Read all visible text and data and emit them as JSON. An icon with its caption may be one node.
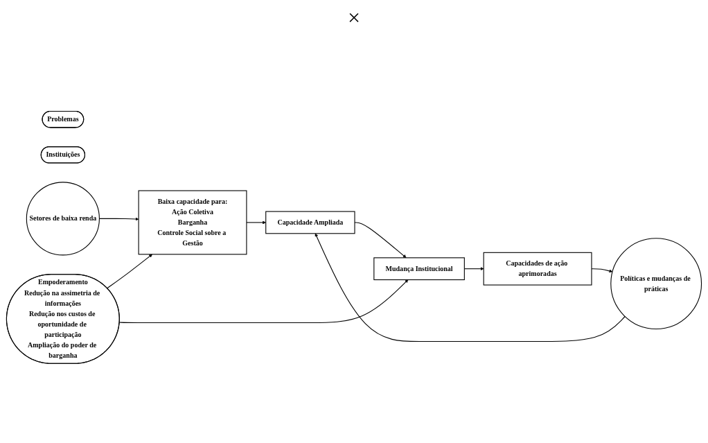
{
  "diagram": {
    "nodes": [
      {
        "text": [
          "Problemas"
        ]
      },
      {
        "text": [
          "Instituições"
        ]
      },
      {
        "text": [
          "Setores de baixa renda"
        ]
      },
      {
        "text": [
          "Baixa capacidade para:",
          "Ação Coletiva",
          "Barganha",
          "Controle Social sobre a Gestão"
        ]
      },
      {
        "text": [
          "Capacidade Ampliada"
        ]
      },
      {
        "text": [
          "Mudança Institucional"
        ]
      },
      {
        "text": [
          "Capacidades de ação aprimoradas"
        ]
      },
      {
        "text": [
          "Políticas e mudanças de práticas"
        ]
      },
      {
        "text": [
          "Empoderamento",
          "Redução na assimetria de informações",
          "Redução nos custos de oportunidade de participação",
          "Ampliação do poder de barganha"
        ]
      }
    ],
    "edges": [
      {
        "from": 2,
        "to": 3,
        "arrow": "to"
      },
      {
        "from": 3,
        "to": 4,
        "arrow": "to"
      },
      {
        "from": 4,
        "to": 5,
        "arrow": "to"
      },
      {
        "from": 5,
        "to": 6,
        "arrow": "to"
      },
      {
        "from": 6,
        "to": 7,
        "arrow": "to"
      },
      {
        "from": 8,
        "to": 3,
        "arrow": "to"
      },
      {
        "from": 7,
        "to": 4,
        "arrow": "to"
      },
      {
        "from": 8,
        "to": 5,
        "arrow": "to"
      }
    ],
    "labels": [
      "×"
    ]
  }
}
